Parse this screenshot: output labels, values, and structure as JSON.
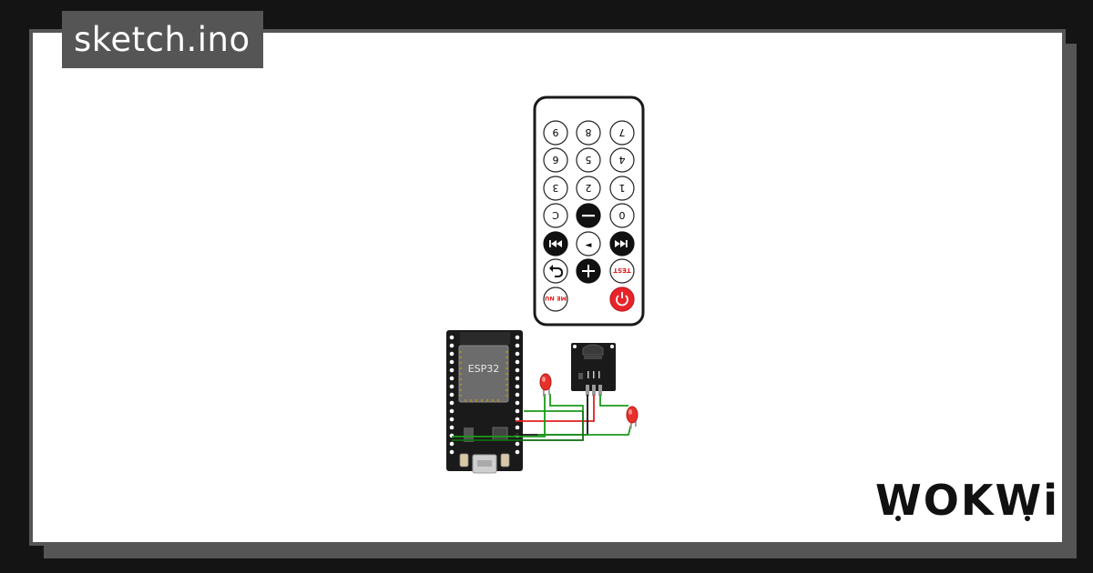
{
  "project": {
    "title": "sketch.ino"
  },
  "brand": {
    "logo_text": "WOKWi"
  },
  "board": {
    "chip_label": "ESP32"
  },
  "remote": {
    "buttons": [
      {
        "label": "9"
      },
      {
        "label": "8"
      },
      {
        "label": "7"
      },
      {
        "label": "6"
      },
      {
        "label": "5"
      },
      {
        "label": "4"
      },
      {
        "label": "3"
      },
      {
        "label": "2"
      },
      {
        "label": "1"
      },
      {
        "label": "C"
      },
      {
        "label": ""
      },
      {
        "label": "0"
      },
      {
        "label": ""
      },
      {
        "label": "◄"
      },
      {
        "label": ""
      },
      {
        "label": ""
      },
      {
        "label": ""
      },
      {
        "label": "TEST"
      },
      {
        "label": "ME NU"
      },
      {
        "label": ""
      }
    ]
  },
  "colors": {
    "background": "#141414",
    "panel": "#555555",
    "canvas": "#ffffff",
    "wire_red": "#e0201e",
    "wire_green": "#1a9a1a",
    "wire_black": "#111111",
    "led_red": "#e8302a",
    "power_red": "#e8232a"
  }
}
